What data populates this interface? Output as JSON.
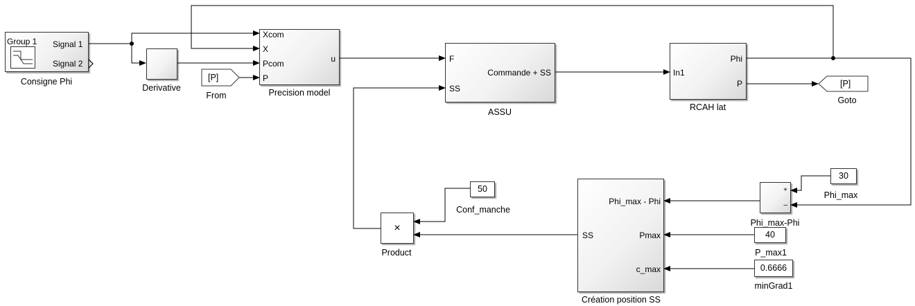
{
  "blocks": {
    "consigne": {
      "group": "Group 1",
      "signal1": "Signal 1",
      "signal2": "Signal 2",
      "caption": "Consigne Phi"
    },
    "derivative": {
      "caption": "Derivative"
    },
    "from": {
      "tag": "[P]",
      "caption": "From"
    },
    "precision": {
      "in1": "Xcom",
      "in2": "X",
      "in3": "Pcom",
      "in4": "P",
      "out": "u",
      "caption": "Precision model"
    },
    "assu": {
      "in1": "F",
      "in2": "SS",
      "out": "Commande + SS",
      "caption": "ASSU"
    },
    "rcah": {
      "in": "In1",
      "out1": "Phi",
      "out2": "P",
      "caption": "RCAH lat"
    },
    "goto": {
      "tag": "[P]",
      "caption": "Goto"
    },
    "phi_max_const": {
      "value": "30",
      "caption": "Phi_max"
    },
    "sum": {
      "plus": "+",
      "minus": "–",
      "caption": "Phi_max-Phi"
    },
    "creation": {
      "in1": "Phi_max - Phi",
      "in2": "Pmax",
      "in3": "c_max",
      "out": "SS",
      "caption": "Création position SS"
    },
    "p_max1": {
      "value": "40",
      "caption": "P_max1"
    },
    "mingrad1": {
      "value": "0.6666",
      "caption": "minGrad1"
    },
    "conf_manche": {
      "value": "50",
      "caption": "Conf_manche"
    },
    "product": {
      "symbol": "×",
      "caption": "Product"
    }
  }
}
